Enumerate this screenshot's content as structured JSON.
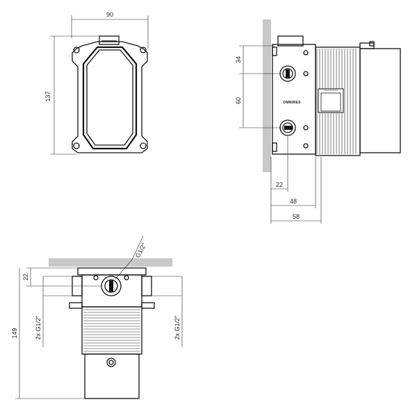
{
  "diagram": {
    "brand": "OMNIRES",
    "front_view": {
      "width_dim": "90",
      "height_dim": "137"
    },
    "side_view": {
      "dim_top_offset": "34",
      "dim_port_spacing": "60",
      "dim_depth_port": "22",
      "dim_depth_mid": "48",
      "dim_depth_total": "58"
    },
    "bottom_view": {
      "dim_top": "22",
      "dim_total_height": "149",
      "thread_top": "G1/2\"",
      "thread_left": "2x G1/2\"",
      "thread_right": "2x G1/2\""
    },
    "colors": {
      "wall": "#c8c8c8",
      "line": "#111111"
    }
  }
}
